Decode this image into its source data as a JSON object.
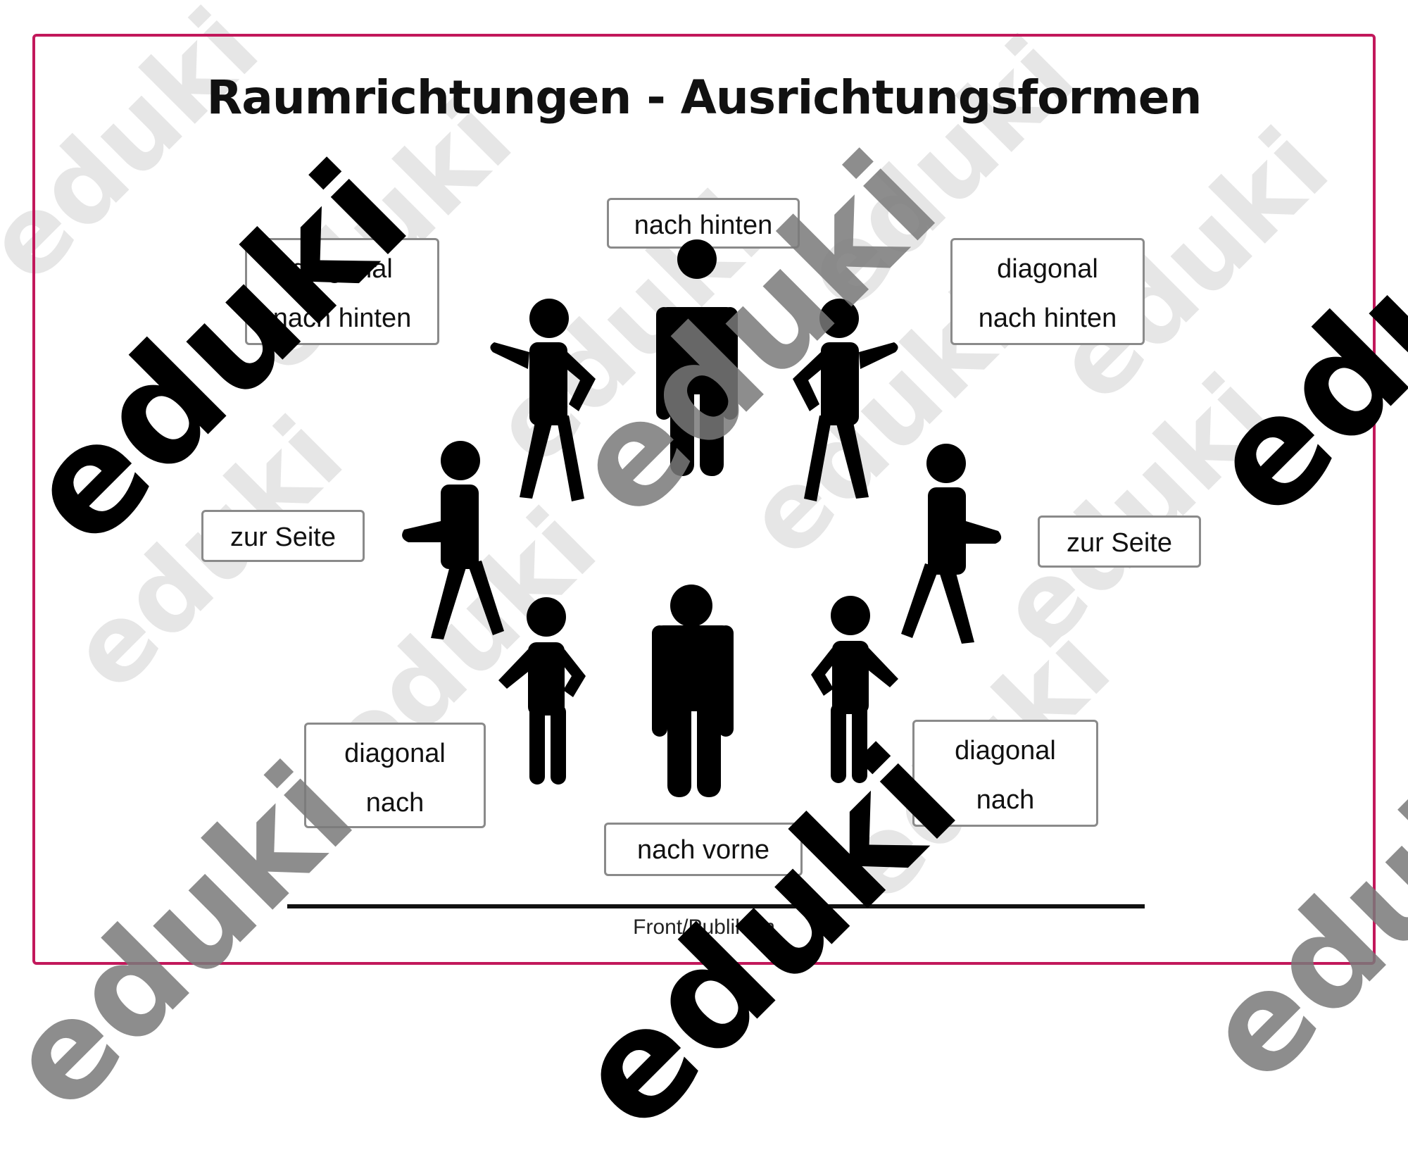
{
  "title": "Raumrichtungen - Ausrichtungsformen",
  "labels": {
    "back": "nach hinten",
    "diag_back_left": [
      "diagonal",
      "nach hinten"
    ],
    "diag_back_right": [
      "diagonal",
      "nach hinten"
    ],
    "side_left": "zur Seite",
    "side_right": "zur Seite",
    "diag_front_left": [
      "diagonal",
      "nach"
    ],
    "diag_front_right": [
      "diagonal",
      "nach"
    ],
    "front": "nach vorne"
  },
  "footer": "Front/Publikum",
  "watermark": "eduki",
  "colors": {
    "frame": "#c2185b",
    "watermark": "#7a7a7a",
    "figure": "#000000"
  }
}
